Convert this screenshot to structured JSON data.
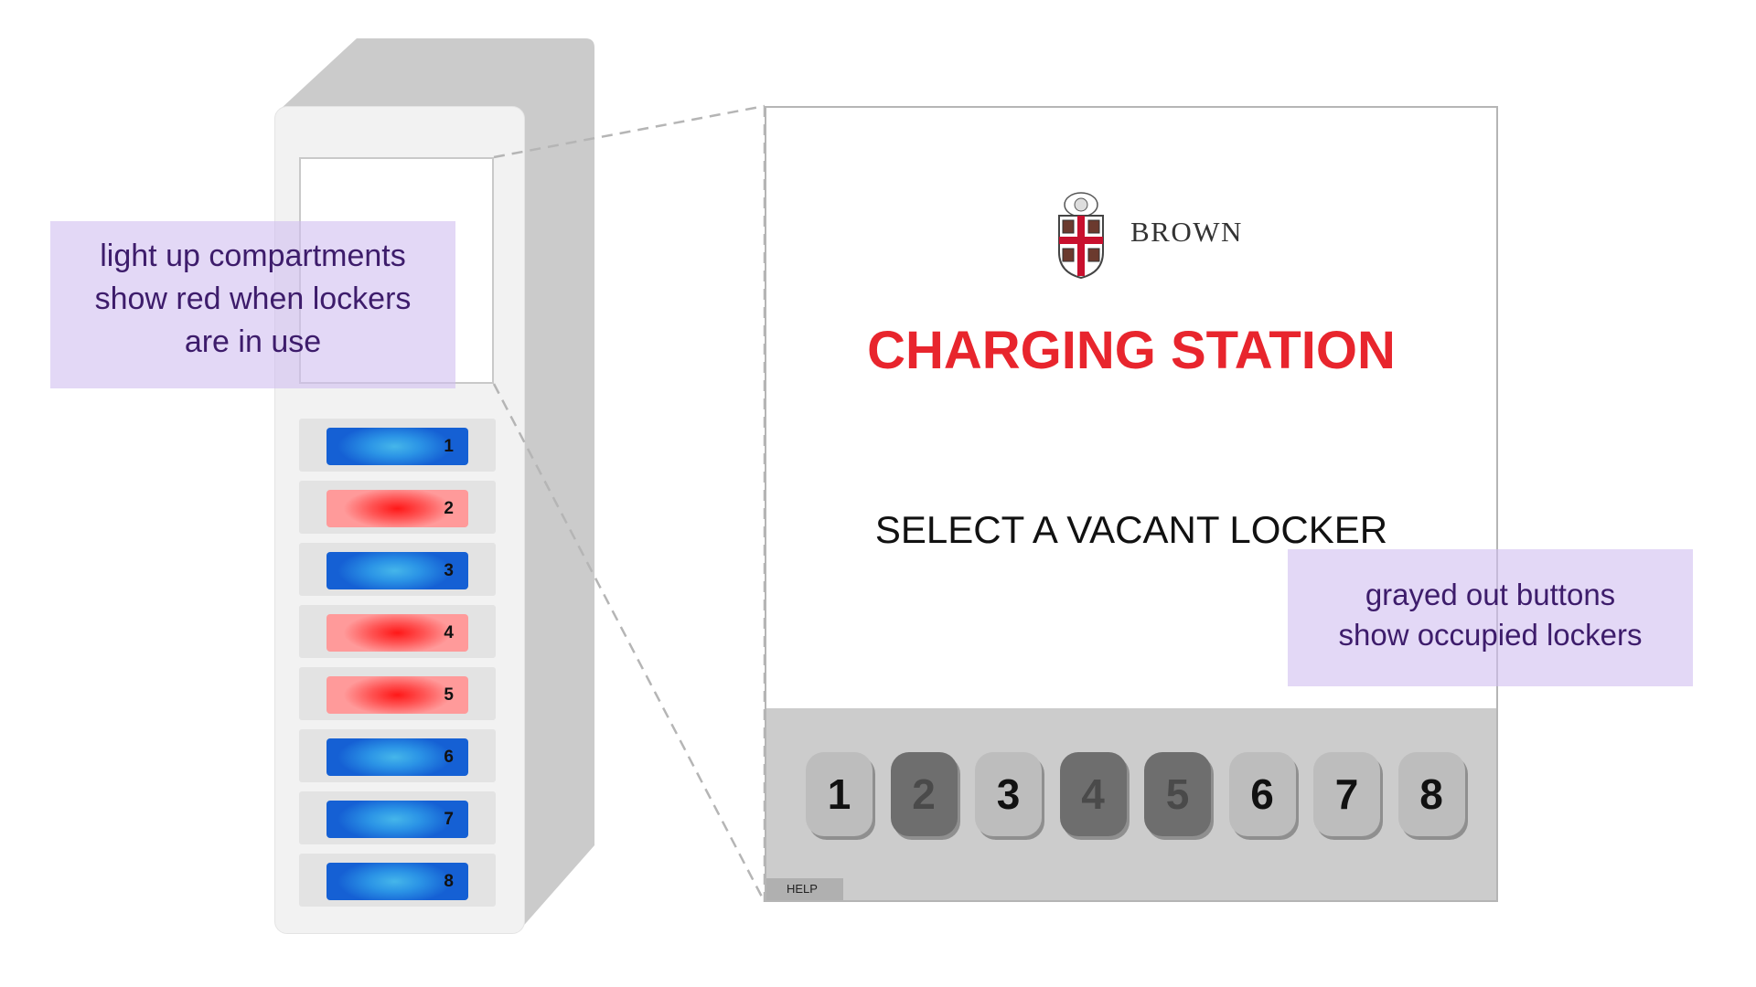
{
  "unit": {
    "compartments": [
      {
        "number": "1",
        "status": "vacant"
      },
      {
        "number": "2",
        "status": "occupied"
      },
      {
        "number": "3",
        "status": "vacant"
      },
      {
        "number": "4",
        "status": "occupied"
      },
      {
        "number": "5",
        "status": "occupied"
      },
      {
        "number": "6",
        "status": "vacant"
      },
      {
        "number": "7",
        "status": "vacant"
      },
      {
        "number": "8",
        "status": "vacant"
      }
    ]
  },
  "kiosk": {
    "logo_text": "BROWN",
    "title": "CHARGING STATION",
    "prompt": "SELECT A VACANT  LOCKER",
    "help_label": "HELP",
    "buttons": [
      {
        "label": "1",
        "status": "vacant"
      },
      {
        "label": "2",
        "status": "occupied"
      },
      {
        "label": "3",
        "status": "vacant"
      },
      {
        "label": "4",
        "status": "occupied"
      },
      {
        "label": "5",
        "status": "occupied"
      },
      {
        "label": "6",
        "status": "vacant"
      },
      {
        "label": "7",
        "status": "vacant"
      },
      {
        "label": "8",
        "status": "vacant"
      }
    ]
  },
  "callouts": {
    "left": [
      "light up compartments",
      "show red when lockers",
      "are in use"
    ],
    "right": [
      "grayed out buttons",
      "show occupied lockers"
    ]
  },
  "colors": {
    "title_red": "#e8252d",
    "vacant_blue": "#1f7fe0",
    "occupied_red": "#ff2020",
    "callout_purple": "#d0bef0"
  }
}
